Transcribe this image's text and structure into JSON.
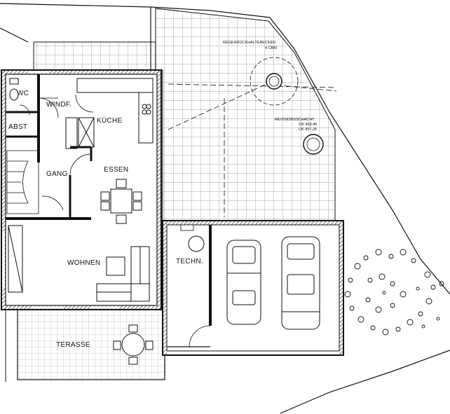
{
  "plan": {
    "rooms": {
      "wc": "WC",
      "windf": "WINDF.",
      "kueche": "KÜCHE",
      "abst": "ABST",
      "gang": "GANG",
      "essen": "ESSEN",
      "wohnen": "WOHNEN",
      "techn": "TECHN.",
      "terasse": "TERASSE"
    },
    "annotations": {
      "tank_label": "REGENRÜCKHALTEBECKEN",
      "tank_volume": "4 CBM",
      "shaft_label": "REVISIONSSCHACHT",
      "shaft_ok": "OK 458,45",
      "shaft_uk": "UK 457,26"
    },
    "colors": {
      "line": "#111111",
      "grid": "#7a7a7a",
      "wall_hatch": "#333333"
    }
  }
}
